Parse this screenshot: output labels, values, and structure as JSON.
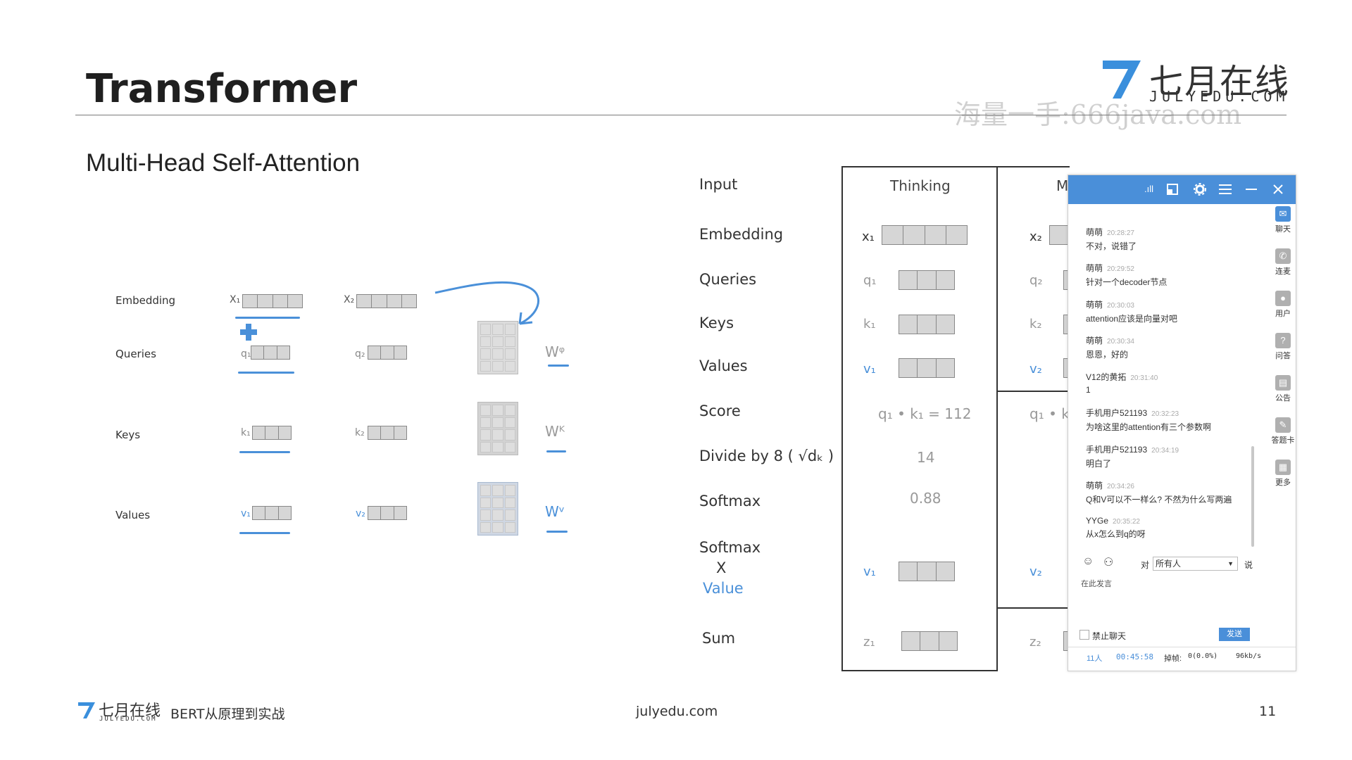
{
  "slide": {
    "title": "Transformer",
    "subtitle": "Multi-Head Self-Attention",
    "logo_cn": "七月在线",
    "logo_en": "JULYEDU.COM",
    "watermark": "海量一手:666java.com",
    "footer_brand_cn": "七月在线",
    "footer_brand_en": "JULYEDU.COM",
    "footer_course": "BERT从原理到实战",
    "footer_url": "julyedu.com",
    "page_number": "11"
  },
  "left_diagram": {
    "rows": [
      "Embedding",
      "Queries",
      "Keys",
      "Values"
    ],
    "x1": "X₁",
    "x2": "X₂",
    "q1": "q₁",
    "q2": "q₂",
    "k1": "k₁",
    "k2": "k₂",
    "v1": "v₁",
    "v2": "v₂",
    "wq": "Wᵠ",
    "wk": "Wᴷ",
    "wv": "Wᵛ"
  },
  "right_diagram": {
    "rows": [
      "Input",
      "Embedding",
      "Queries",
      "Keys",
      "Values",
      "Score",
      "Divide by 8 ( √dₖ )",
      "Softmax",
      "Softmax",
      "X",
      "Value",
      "Sum"
    ],
    "col1_header": "Thinking",
    "col2_header": "M",
    "x1": "x₁",
    "x2": "x₂",
    "q1": "q₁",
    "q2": "q₂",
    "k1": "k₁",
    "k2": "k₂",
    "v1": "v₁",
    "v2": "v₂",
    "score1": "q₁ • k₁ = 112",
    "score2": "q₁ • k",
    "divided": "14",
    "softmax": "0.88",
    "z1": "z₁",
    "z2": "z₂"
  },
  "chat": {
    "signal": ".ıll",
    "sidebar": [
      "聊天",
      "连麦",
      "用户",
      "问答",
      "公告",
      "答题卡",
      "更多"
    ],
    "messages": [
      {
        "name": "萌萌",
        "time": "20:28:27",
        "text": "不对，说错了"
      },
      {
        "name": "萌萌",
        "time": "20:29:52",
        "text": "针对一个decoder节点"
      },
      {
        "name": "萌萌",
        "time": "20:30:03",
        "text": "attention应该是向量对吧"
      },
      {
        "name": "萌萌",
        "time": "20:30:34",
        "text": "恩恩，好的"
      },
      {
        "name": "V12的黄拓",
        "time": "20:31:40",
        "text": "1"
      },
      {
        "name": "手机用户521193",
        "time": "20:32:23",
        "text": "为啥这里的attention有三个参数啊"
      },
      {
        "name": "手机用户521193",
        "time": "20:34:19",
        "text": "明白了"
      },
      {
        "name": "萌萌",
        "time": "20:34:26",
        "text": "Q和V可以不一样么? 不然为什么写两遍"
      },
      {
        "name": "YYGe",
        "time": "20:35:22",
        "text": "从x怎么到q的呀"
      }
    ],
    "to_label": "对",
    "to_value": "所有人",
    "say_label": "说",
    "input_placeholder": "在此发言",
    "ban_chat": "禁止聊天",
    "send": "发送",
    "status_count": "11人",
    "status_time": "00:45:58",
    "status_drop_label": "掉帧:",
    "status_drop": "0(0.0%)",
    "status_rate": "96kb/s",
    "accent": "#4a8fd9"
  }
}
